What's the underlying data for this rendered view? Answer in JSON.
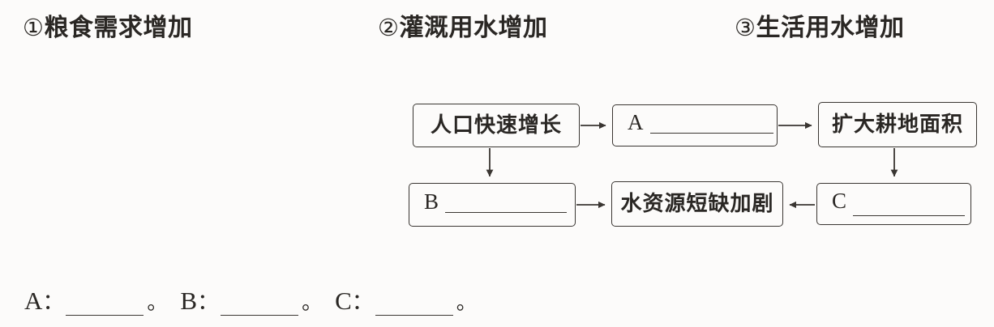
{
  "options": [
    {
      "marker": "①",
      "text": "粮食需求增加"
    },
    {
      "marker": "②",
      "text": "灌溉用水增加"
    },
    {
      "marker": "③",
      "text": "生活用水增加"
    }
  ],
  "diagram": {
    "boxes": [
      {
        "id": "population",
        "label": "人口快速增长",
        "type": "filled"
      },
      {
        "id": "a",
        "letter": "A",
        "label": "",
        "type": "blank"
      },
      {
        "id": "farmland",
        "label": "扩大耕地面积",
        "type": "filled"
      },
      {
        "id": "b",
        "letter": "B",
        "label": "",
        "type": "blank"
      },
      {
        "id": "water-shortage",
        "label": "水资源短缺加剧",
        "type": "filled"
      },
      {
        "id": "c",
        "letter": "C",
        "label": "",
        "type": "blank"
      }
    ],
    "arrows": [
      {
        "from": "population",
        "to": "a",
        "direction": "right"
      },
      {
        "from": "a",
        "to": "farmland",
        "direction": "right"
      },
      {
        "from": "population",
        "to": "b",
        "direction": "down"
      },
      {
        "from": "farmland",
        "to": "c",
        "direction": "down"
      },
      {
        "from": "b",
        "to": "water-shortage",
        "direction": "right"
      },
      {
        "from": "c",
        "to": "water-shortage",
        "direction": "left"
      }
    ],
    "line_color": "#3a3632"
  },
  "answers": [
    {
      "letter": "A",
      "colon": "：",
      "value": "",
      "period": "。"
    },
    {
      "letter": "B",
      "colon": "：",
      "value": "",
      "period": "。"
    },
    {
      "letter": "C",
      "colon": "：",
      "value": "",
      "period": "。"
    }
  ]
}
